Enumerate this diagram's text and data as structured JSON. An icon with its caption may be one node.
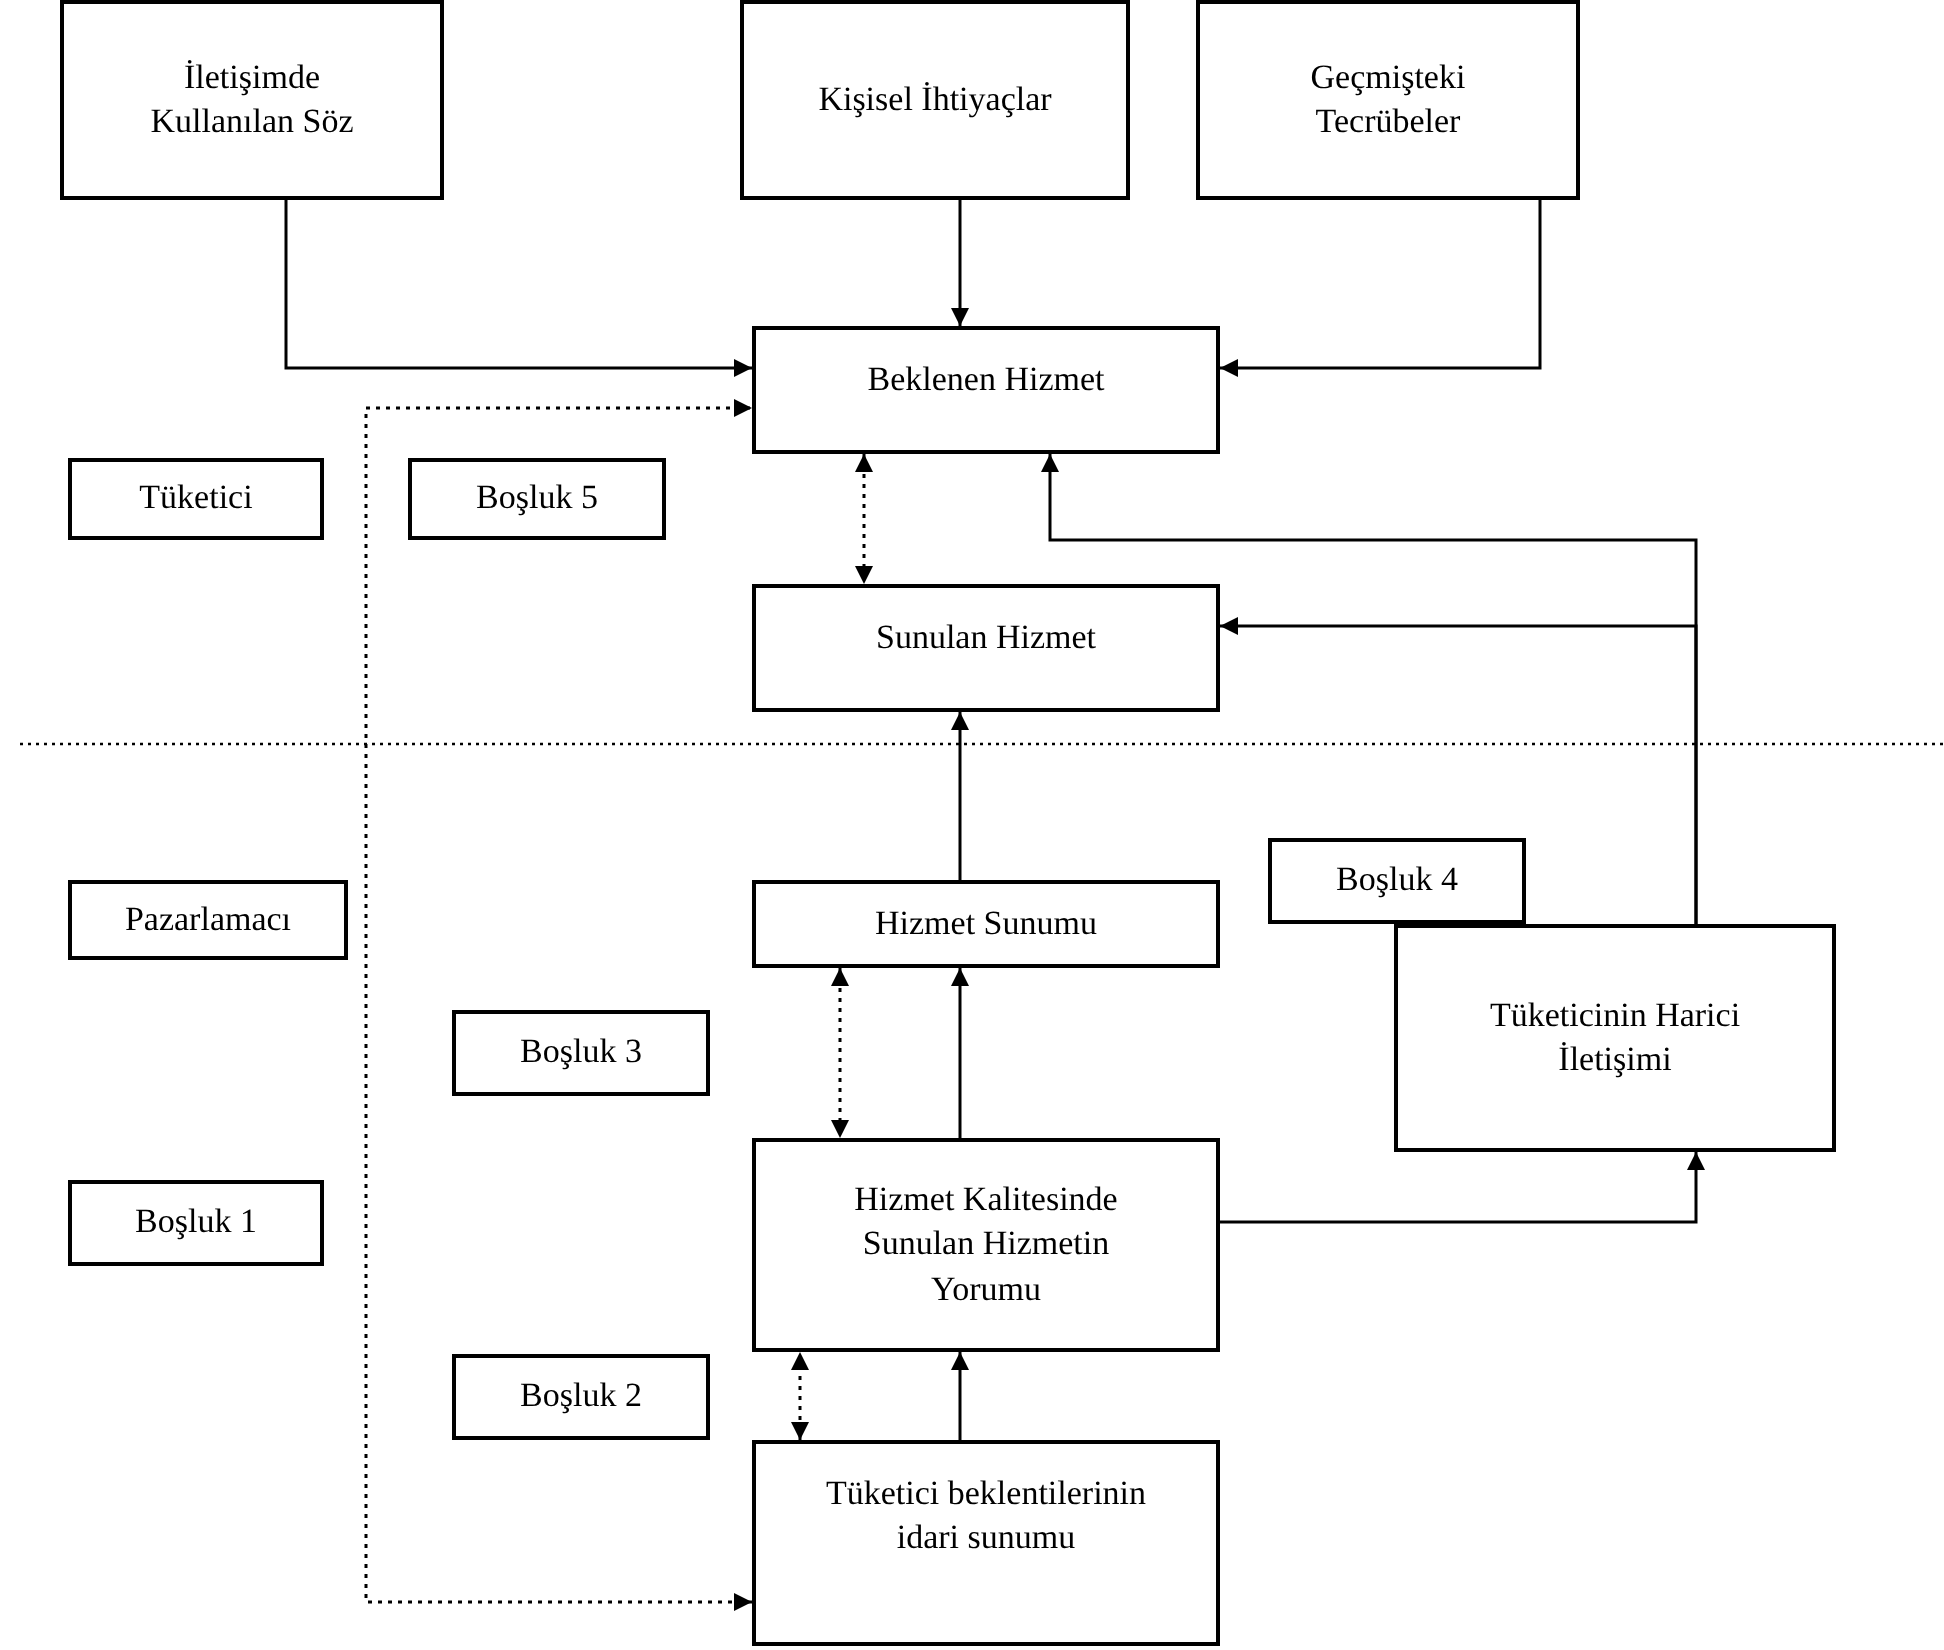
{
  "diagram": {
    "nodes": [
      {
        "text": [
          "İletişimde Kullanılan Söz"
        ]
      },
      {
        "text": [
          "Kişisel İhtiyaçlar"
        ]
      },
      {
        "text": [
          "Geçmişteki Tecrübeler"
        ]
      },
      {
        "text": [
          "Beklenen Hizmet"
        ]
      },
      {
        "text": [
          "Tüketici"
        ]
      },
      {
        "text": [
          "Boşluk 5"
        ]
      },
      {
        "text": [
          "Sunulan Hizmet"
        ]
      },
      {
        "text": [
          "Pazarlamacı"
        ]
      },
      {
        "text": [
          "Boşluk 4"
        ]
      },
      {
        "text": [
          "Hizmet Sunumu"
        ]
      },
      {
        "text": [
          "Tüketicinin Harici İletişimi"
        ]
      },
      {
        "text": [
          "Boşluk 3"
        ]
      },
      {
        "text": [
          "Boşluk 1"
        ]
      },
      {
        "text": [
          "Hizmet Kalitesinde Sunulan Hizmetin Yorumu"
        ]
      },
      {
        "text": [
          "Boşluk 2"
        ]
      },
      {
        "text": [
          "Tüketici beklentilerinin idari sunumu"
        ]
      }
    ],
    "edges": [
      {
        "from": 0,
        "to": 3,
        "arrow": "to"
      },
      {
        "from": 1,
        "to": 3,
        "arrow": "to"
      },
      {
        "from": 2,
        "to": 3,
        "arrow": "to"
      },
      {
        "from": 3,
        "to": 6,
        "arrow": "both",
        "style": "dashed"
      },
      {
        "from": 10,
        "to": 3,
        "arrow": "to"
      },
      {
        "from": 10,
        "to": 6,
        "arrow": "to"
      },
      {
        "from": 15,
        "to": 3,
        "arrow": "both",
        "style": "dashed"
      },
      {
        "from": 9,
        "to": 6,
        "arrow": "to"
      },
      {
        "from": 9,
        "to": 13,
        "arrow": "both",
        "style": "dashed"
      },
      {
        "from": 13,
        "to": 9,
        "arrow": "to"
      },
      {
        "from": 13,
        "to": 10,
        "arrow": "to"
      },
      {
        "from": 15,
        "to": 13,
        "arrow": "both",
        "style": "dashed"
      },
      {
        "from": 15,
        "to": 13,
        "arrow": "to"
      }
    ]
  }
}
